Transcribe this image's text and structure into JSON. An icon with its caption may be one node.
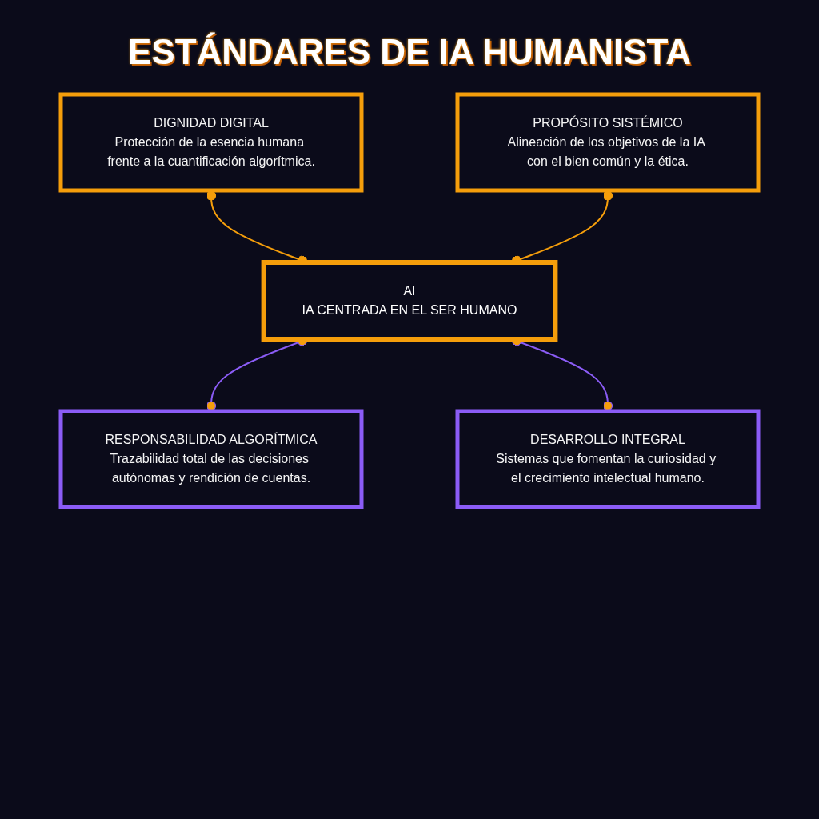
{
  "diagram": {
    "title": "ESTÁNDARES DE IA HUMANISTA",
    "nodes": [
      {
        "text": [
          "DIGNIDAD DIGITAL",
          "Protección de la esencia humana frente a la cuantificación algorítmica."
        ]
      },
      {
        "text": [
          "PROPÓSITO SISTÉMICO",
          "Alineación de los objetivos de la IA con el bien común y la ética."
        ]
      },
      {
        "text": [
          "AI",
          "IA CENTRADA EN EL SER HUMANO"
        ]
      },
      {
        "text": [
          "RESPONSABILIDAD ALGORÍTMICA",
          "Trazabilidad total de las decisiones autónomas y rendición de cuentas."
        ]
      },
      {
        "text": [
          "DESARROLLO INTEGRAL",
          "Sistemas que fomentan la curiosidad y el crecimiento intelectual humano."
        ]
      }
    ],
    "edges": [
      {
        "from": 0,
        "to": 2,
        "arrow": "other",
        "color": "#f59e0b"
      },
      {
        "from": 1,
        "to": 2,
        "arrow": "other",
        "color": "#f59e0b"
      },
      {
        "from": 2,
        "to": 3,
        "arrow": "other",
        "color": "#8b5cf6"
      },
      {
        "from": 2,
        "to": 4,
        "arrow": "other",
        "color": "#8b5cf6"
      }
    ]
  }
}
